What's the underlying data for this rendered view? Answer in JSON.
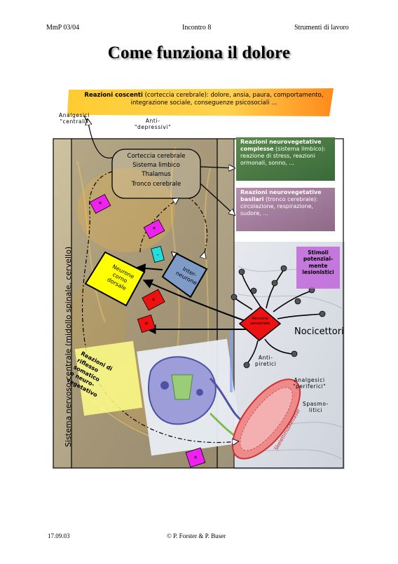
{
  "header": {
    "left": "MmP 03/04",
    "center": "Incontro 8",
    "right": "Strumenti di lavoro"
  },
  "title": "Come funziona il dolore",
  "footer": {
    "left": "17.09.03",
    "center": "© P. Forster & P. Buser"
  },
  "top_banner": {
    "bold": "Reazioni coscenti",
    "line1": " (corteccia cerebrale): dolore, ansia, paura, comportamento,",
    "line2": "integrazione sociale, conseguenze psicosociali ..."
  },
  "analgesici_centrali": {
    "line1": "Analgesici",
    "line2": "\"centrali\""
  },
  "anti_depressivi": {
    "line1": "Anti-",
    "line2": "\"depressivi\""
  },
  "center_box": [
    "Corteccia cerebrale",
    "Sistema limbico",
    "Thalamus",
    "Tronco cerebrale"
  ],
  "green_box": {
    "bold": "Reazioni neurovegetative complesse",
    "text": " (sistema limbico): reazione di stress, reazioni ormonali, sonno, ..."
  },
  "purple_box": {
    "bold": "Reazioni neurovegetative basilari",
    "text": " (tronco cerebrale): circolazione, respirazione, sudore, ..."
  },
  "stimoli": {
    "line1": "Stimoli",
    "line2": "potenzial-",
    "line3": "mente",
    "line4": "lesionistici"
  },
  "vertical_label": "Sistema nervoso centrale (midollo spinale, cervello)",
  "neurone_corno": {
    "line1": "Neurone",
    "line2": "corno",
    "line3": "dorsale"
  },
  "interneurone": {
    "line1": "Inter-",
    "line2": "neurone"
  },
  "neurone_sensoriale": {
    "line1": "Neurone",
    "line2": "sensoriale"
  },
  "nocicettori": "Nocicettori",
  "anti_piretici": {
    "line1": "Anti-",
    "line2": "piretici"
  },
  "analgesici_periferici": {
    "line1": "Analgesici",
    "line2": "\"periferici\""
  },
  "spasmolitici": {
    "line1": "Spasmo-",
    "line2": "litici"
  },
  "riflesso": {
    "line1": "Reazioni di",
    "line2": "riflesso",
    "line3": "somatico",
    "line4": "e neuro-",
    "line5": "vegetativo"
  },
  "skeletal": "Skelettmuskelfaser",
  "colors": {
    "yellow": "#ffff00",
    "pink": "#ee22ee",
    "red": "#ee1111",
    "cyan": "#22dddd",
    "steel": "#7f9cc8"
  }
}
